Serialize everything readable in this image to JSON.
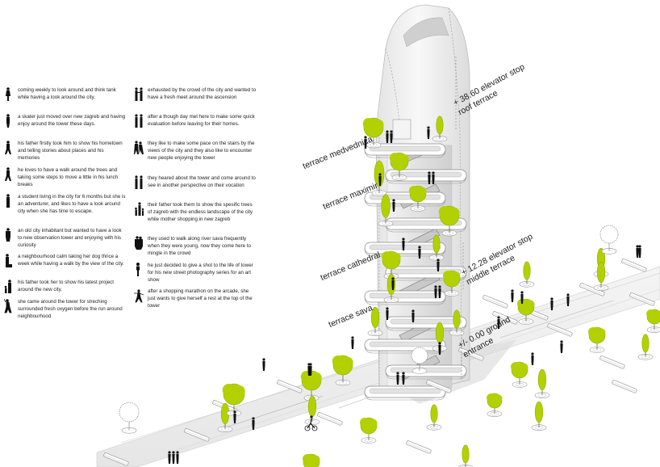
{
  "colors": {
    "foliage": "#b3d100",
    "foliage_dark": "#8fae00",
    "figure": "#111111",
    "structure": "#ffffff",
    "structure_shade": "#d6d6d6",
    "text": "#222222"
  },
  "legend": {
    "left_column": [
      {
        "icon": "person-standing-icon",
        "text": "coming weekly to look around and think tank while having a look around the city."
      },
      {
        "icon": "person-skater-icon",
        "text": "a skater just moved over new zagreb and having enjoy around the tower these days."
      },
      {
        "icon": "person-walking-icon",
        "text": "his father firstly took him to show his hometown and telling stories about places and his memories"
      },
      {
        "icon": "person-walking-icon",
        "text": "he loves to have a walk around the trees and taking some steps to move a little in his lunch breaks"
      },
      {
        "icon": "person-standing-icon",
        "text": "a student living in the city for 6 months but she is an adventurer, and likes to have a look around city when she has time to escape."
      },
      {
        "icon": "person-elderly-icon",
        "text": "an old city inhabitant but wanted to have a look to new observation tower and enjoying with his curiosity"
      },
      {
        "icon": "person-with-dog-icon",
        "text": "a neighbourhood calm taking her dog thrice a week while having a walk by the view of the city."
      },
      {
        "icon": "parent-and-child-icon",
        "text": "his father took her to show his latest project around the new city."
      },
      {
        "icon": "person-stretching-icon",
        "text": "she came around the tower for streching surrounded fresh oxygen before the run around neighbourhood"
      }
    ],
    "right_column": [
      {
        "icon": "couple-icon",
        "text": "exhausted by the crowd of the city and  wanted to have a fresh meet around the ascension"
      },
      {
        "icon": "couple-icon",
        "text": "after a though day met here to make some quick evaluation before leaving for their homes."
      },
      {
        "icon": "group-walking-icon",
        "text": "they like to make some pace on the stairs by the views of the city and they also like to encounter new people enjoying the tower"
      },
      {
        "icon": "couple-icon",
        "text": "they heared about the tower and come around to see in another perspective on their vocation"
      },
      {
        "icon": "family-icon",
        "text": "their father took them to show the spesific trees of zagreb with the endless landscape of the city while mother shopping in new zagreb"
      },
      {
        "icon": "elderly-couple-icon",
        "text": "they used to walk along river sava frequently when they were young, now they come here to mingle in the crowd"
      },
      {
        "icon": "photographer-icon",
        "text": "he just decided to give a shot to the life of tower for his new street photography series for an art show"
      },
      {
        "icon": "person-with-bags-icon",
        "text": "after a shopping marathon on the arcade, she just wants to give herself a rest at the top of the tower"
      }
    ]
  },
  "terraces": [
    {
      "name": "terrace medvednica"
    },
    {
      "name": "terrace maximir"
    },
    {
      "name": "terrace cathedral"
    },
    {
      "name": "terrace sava"
    }
  ],
  "elevator_stops": [
    {
      "level": "+ 38.60 elevator stop",
      "name": "roof terrace"
    },
    {
      "level": "+ 12.28 elevator stop",
      "name": "middle terrace"
    },
    {
      "level": "+/- 0.00 ground",
      "name": "entrance"
    }
  ]
}
